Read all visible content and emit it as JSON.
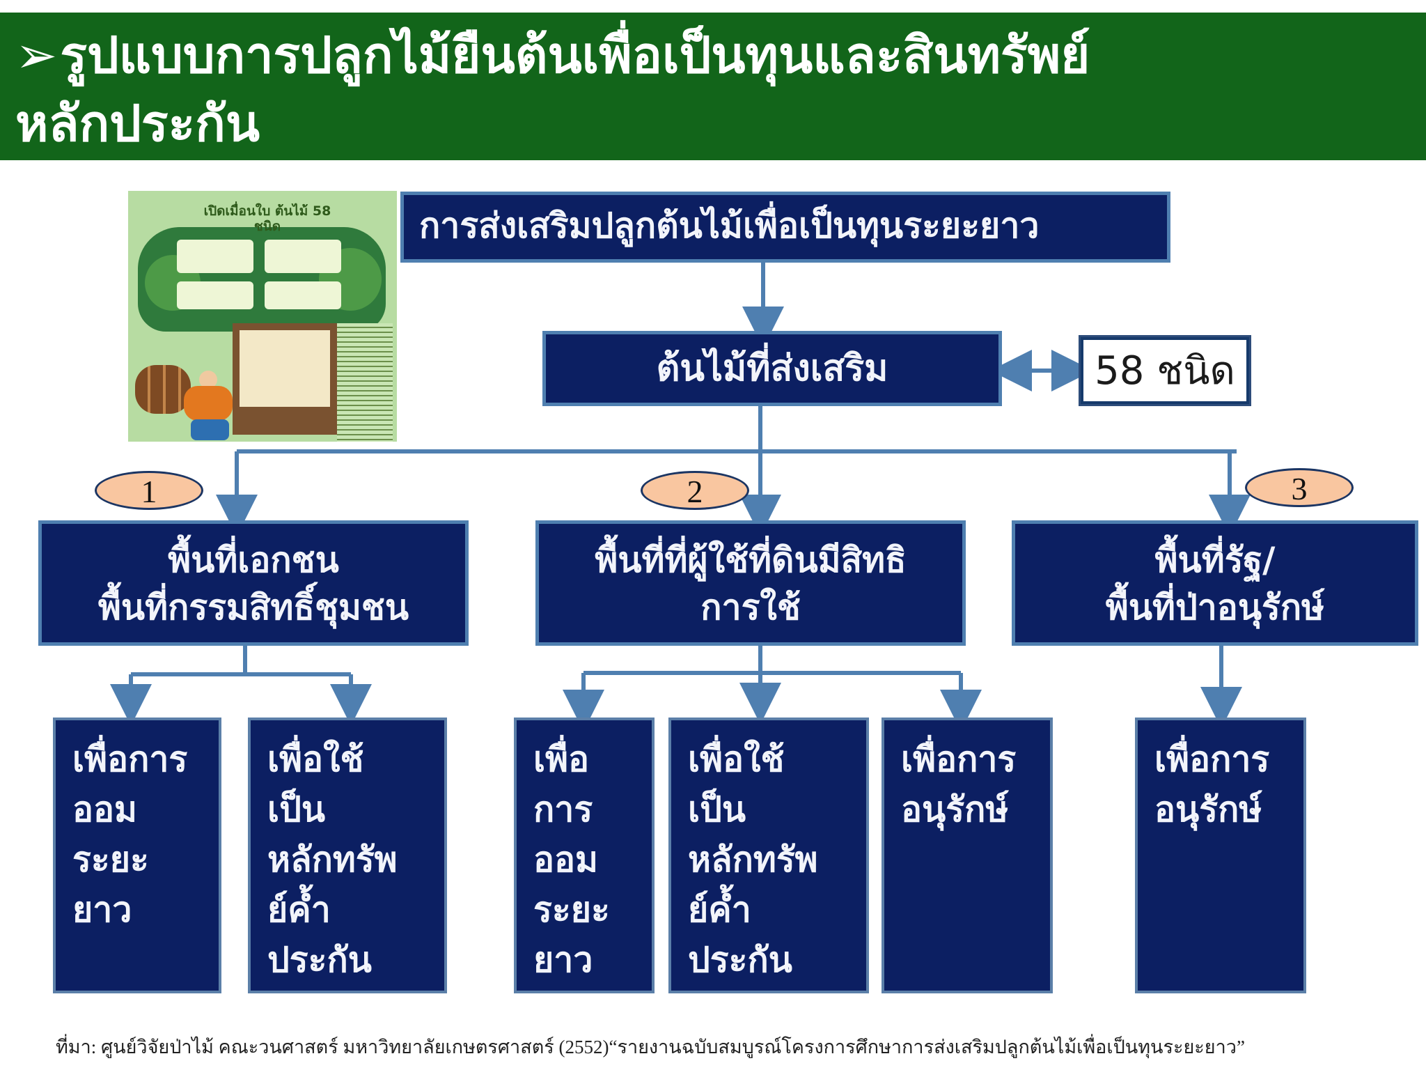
{
  "header": {
    "title_line1": "รูปแบบการปลูกไม้ยืนต้นเพื่อเป็นทุนและสินทรัพย์",
    "title_line2": "หลักประกัน",
    "bullet": "➢",
    "background_color": "#12651a"
  },
  "infographic": {
    "heading": "เปิดเมื่อนใบ ต้นไม้ 58 ชนิด"
  },
  "diagram": {
    "top": "การส่งเสริมปลูกต้นไม้เพื่อเป็นทุนระยะยาว",
    "middle": "ต้นไม้ที่ส่งเสริม",
    "species_count": "58 ชนิด",
    "categories": [
      {
        "number": "1",
        "label": "พื้นที่เอกชน\nพื้นที่กรรมสิทธิ์ชุมชน"
      },
      {
        "number": "2",
        "label": "พื้นที่ที่ผู้ใช้ที่ดินมีสิทธิ\nการใช้"
      },
      {
        "number": "3",
        "label": "พื้นที่รัฐ/\nพื้นที่ป่าอนุรักษ์"
      }
    ],
    "leaves": [
      "เพื่อการ\nออม\nระยะ\nยาว",
      "เพื่อใช้\nเป็น\nหลักทรัพ\nย์ค้ำ\nประกัน",
      "เพื่อ\nการ\nออม\nระยะ\nยาว",
      "เพื่อใช้\nเป็น\nหลักทรัพ\nย์ค้ำ\nประกัน",
      "เพื่อการ\nอนุรักษ์",
      "เพื่อการ\nอนุรักษ์"
    ],
    "box_color": "#0c1f62",
    "connector_color": "#4f7fb0",
    "badge_color": "#f9c6a0"
  },
  "source": "ที่มา: ศูนย์วิจัยป่าไม้ คณะวนศาสตร์ มหาวิทยาลัยเกษตรศาสตร์ (2552)“รายงานฉบับสมบูรณ์โครงการศึกษาการส่งเสริมปลูกต้นไม้เพื่อเป็นทุนระยะยาว”"
}
